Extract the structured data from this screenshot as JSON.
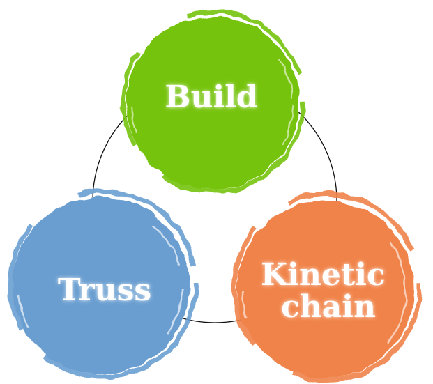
{
  "diagram": {
    "nodes": [
      {
        "id": "build",
        "label_lines": [
          "Build"
        ],
        "color": "#76C309"
      },
      {
        "id": "truss",
        "label_lines": [
          "Truss"
        ],
        "color": "#6A9ED0"
      },
      {
        "id": "kinetic-chain",
        "label_lines": [
          "Kinetic",
          "chain"
        ],
        "color": "#F0834A"
      }
    ],
    "connector": {
      "style": "ring",
      "color": "#111111"
    },
    "background": "#FFFFFF",
    "label_color": "#FFFFFF"
  }
}
